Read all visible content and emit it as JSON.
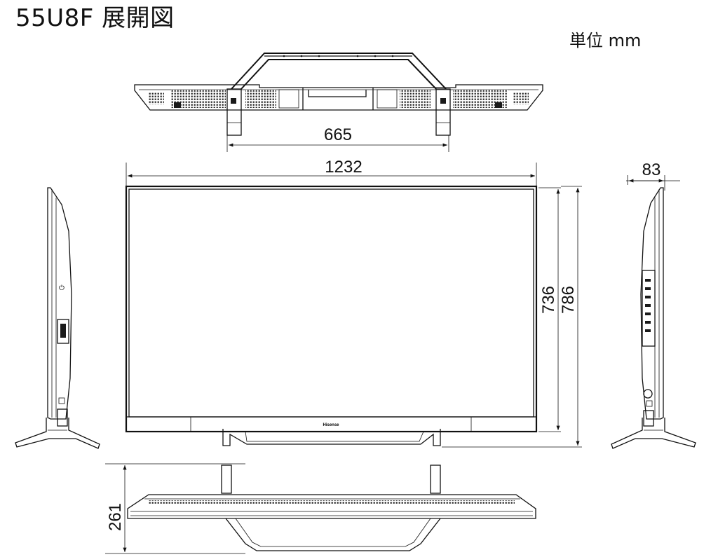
{
  "title": "55U8F 展開図",
  "unit": "単位 mm",
  "dimensions": {
    "stand_width": "665",
    "width": "1232",
    "depth": "83",
    "panel_height": "736",
    "total_height": "786",
    "stand_depth": "261"
  },
  "brand_mark": "Hisense",
  "colors": {
    "line": "#111111",
    "background": "#ffffff"
  }
}
